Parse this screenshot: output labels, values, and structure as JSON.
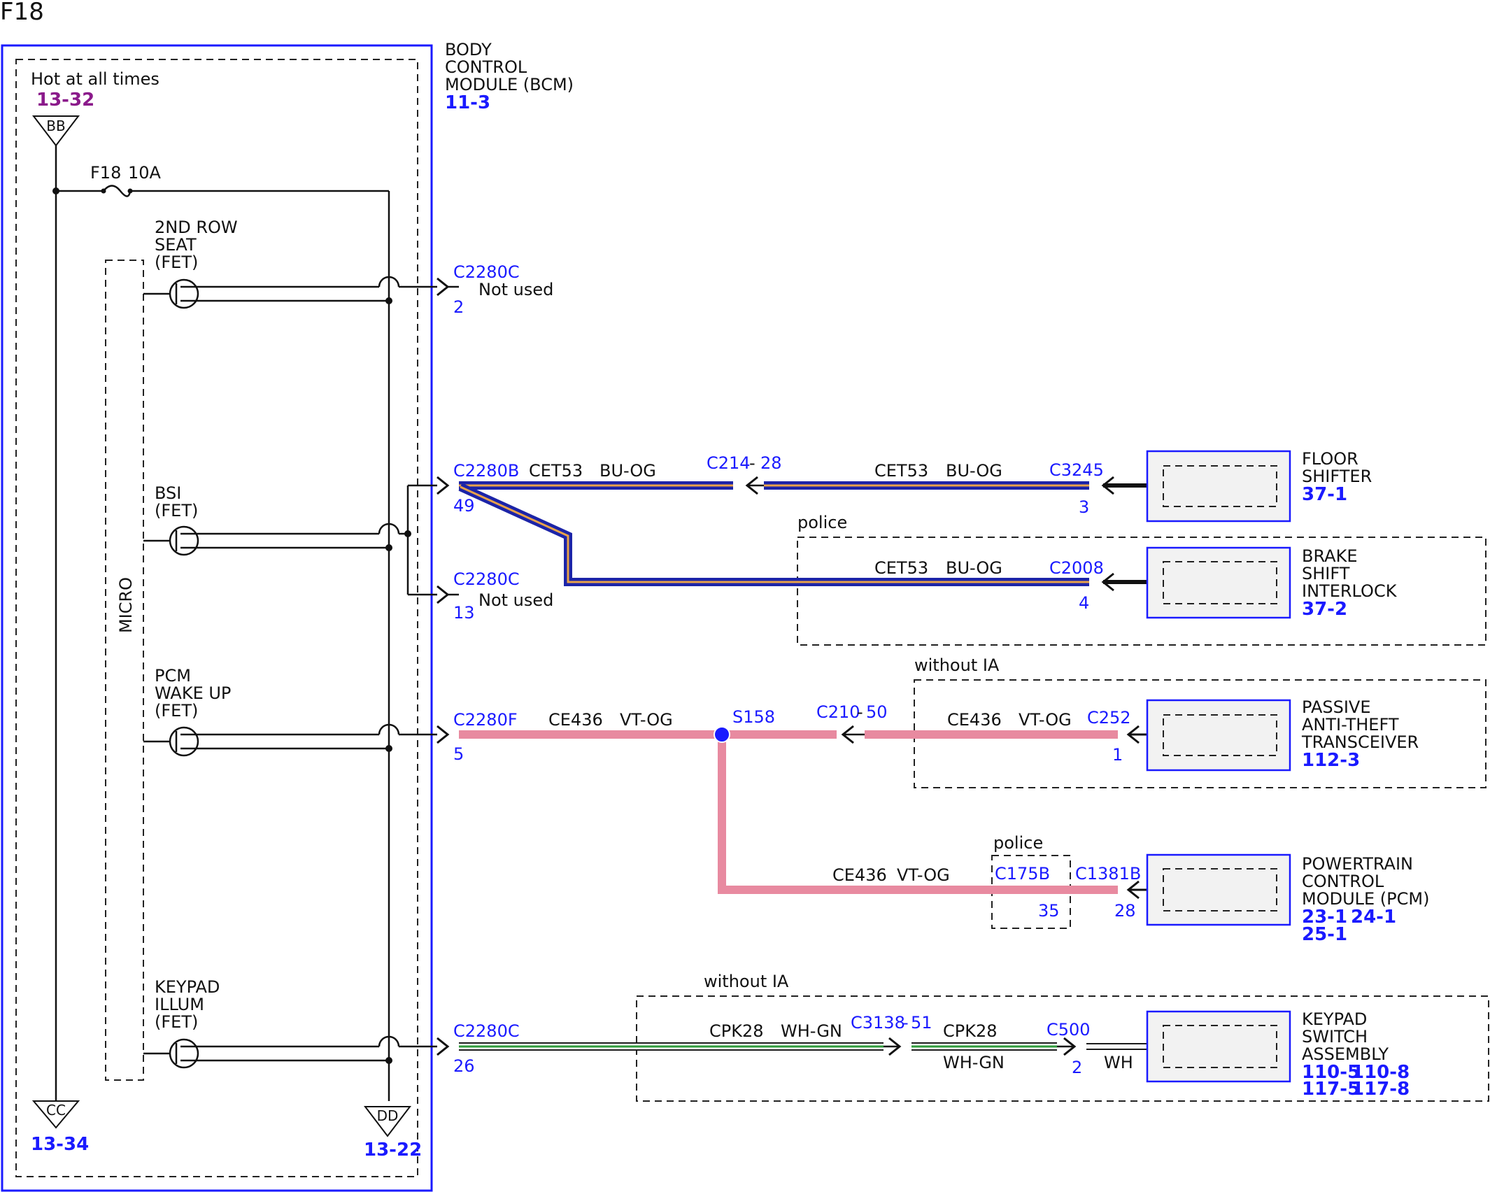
{
  "page_title": "F18",
  "bcm": {
    "name_lines": [
      "BODY",
      "CONTROL",
      "MODULE (BCM)"
    ],
    "ref": "11-3",
    "hot_label": "Hot at all times",
    "hot_ref": "13-32",
    "bb": "BB",
    "cc": "CC",
    "cc_ref": "13-34",
    "dd": "DD",
    "dd_ref": "13-22",
    "fuse": "F18",
    "fuse_rating": "10A",
    "micro": "MICRO",
    "fets": [
      {
        "lines": [
          "2ND ROW",
          "SEAT",
          "(FET)"
        ]
      },
      {
        "lines": [
          "BSI",
          "(FET)"
        ]
      },
      {
        "lines": [
          "PCM",
          "WAKE UP",
          "(FET)"
        ]
      },
      {
        "lines": [
          "KEYPAD",
          "ILLUM",
          "(FET)"
        ]
      }
    ]
  },
  "connectors": {
    "c2280c_2": {
      "name": "C2280C",
      "pin": "2",
      "note": "Not used"
    },
    "c2280b_49": {
      "name": "C2280B",
      "pin": "49"
    },
    "c2280c_13": {
      "name": "C2280C",
      "pin": "13",
      "note": "Not used"
    },
    "c2280f_5": {
      "name": "C2280F",
      "pin": "5"
    },
    "c2280c_26": {
      "name": "C2280C",
      "pin": "26"
    },
    "c214": {
      "name": "C214",
      "pin": "28"
    },
    "c3245": {
      "name": "C3245",
      "pin": "3"
    },
    "c2008": {
      "name": "C2008",
      "pin": "4"
    },
    "s158": {
      "name": "S158"
    },
    "c210": {
      "name": "C210",
      "pin": "50"
    },
    "c252": {
      "name": "C252",
      "pin": "1"
    },
    "c175b": {
      "name": "C175B",
      "pin": "35"
    },
    "c1381b": {
      "name": "C1381B",
      "pin": "28"
    },
    "c3138": {
      "name": "C3138",
      "pin": "51"
    },
    "c500": {
      "name": "C500",
      "pin": "2"
    }
  },
  "wires": {
    "cet53_a": {
      "circuit": "CET53",
      "color": "BU-OG"
    },
    "cet53_b": {
      "circuit": "CET53",
      "color": "BU-OG"
    },
    "cet53_c": {
      "circuit": "CET53",
      "color": "BU-OG"
    },
    "ce436_a": {
      "circuit": "CE436",
      "color": "VT-OG"
    },
    "ce436_b": {
      "circuit": "CE436",
      "color": "VT-OG"
    },
    "ce436_c": {
      "circuit": "CE436",
      "color": "VT-OG"
    },
    "cpk28_a": {
      "circuit": "CPK28",
      "color": "WH-GN"
    },
    "cpk28_b": {
      "circuit": "CPK28",
      "color": "WH-GN"
    },
    "wh": {
      "color": "WH"
    }
  },
  "options": {
    "police_1": "police",
    "without_ia_1": "without IA",
    "police_2": "police",
    "without_ia_2": "without IA"
  },
  "components": [
    {
      "id": "floor",
      "lines": [
        "FLOOR",
        "SHIFTER"
      ],
      "refs": [
        "37-1"
      ]
    },
    {
      "id": "bsi",
      "lines": [
        "BRAKE",
        "SHIFT",
        "INTERLOCK"
      ],
      "refs": [
        "37-2"
      ]
    },
    {
      "id": "pats",
      "lines": [
        "PASSIVE",
        "ANTI-THEFT",
        "TRANSCEIVER"
      ],
      "refs": [
        "112-3"
      ]
    },
    {
      "id": "pcm",
      "lines": [
        "POWERTRAIN",
        "CONTROL",
        "MODULE (PCM)"
      ],
      "refs": [
        "23-1",
        "24-1",
        "25-1"
      ]
    },
    {
      "id": "keypad",
      "lines": [
        "KEYPAD",
        "SWITCH",
        "ASSEMBLY"
      ],
      "refs": [
        "110-5",
        "110-8",
        "117-5",
        "117-8"
      ]
    }
  ],
  "colors": {
    "bcm_border": "#1a1aff",
    "connector_text": "#1a1aff",
    "hot_ref": "#8b1a8b",
    "wire_blue": "#1c24a8",
    "wire_orange": "#e8a24a",
    "wire_violet": "#e88aa0",
    "wire_green": "#2e9b3a",
    "splice": "#1a1aff"
  }
}
